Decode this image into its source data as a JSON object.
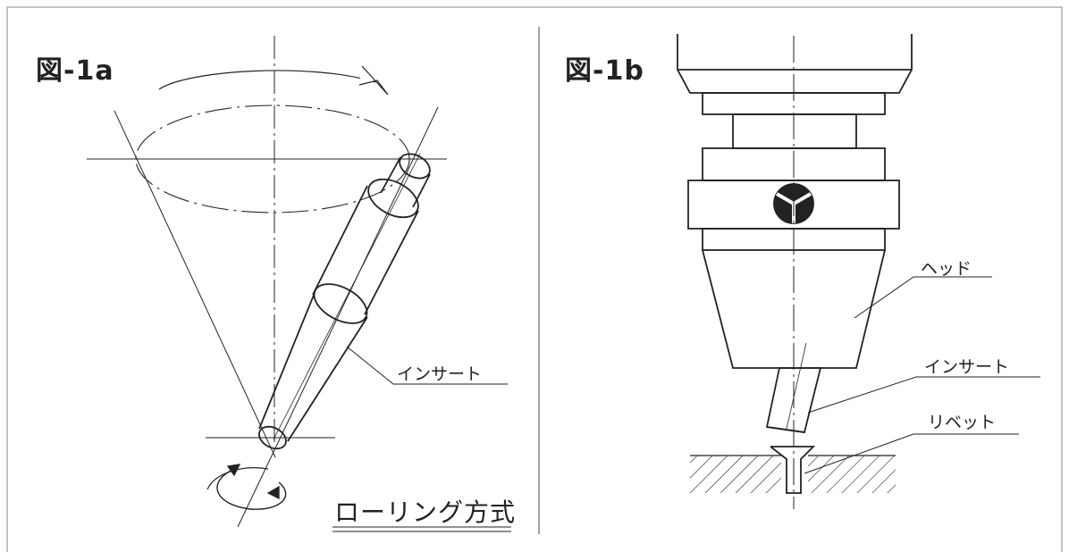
{
  "figure_a": {
    "title": "図-1a",
    "insert_label": "インサート",
    "method_label": "ローリング方式"
  },
  "figure_b": {
    "title": "図-1b",
    "head_label": "ヘッド",
    "insert_label": "インサート",
    "rivet_label": "リベット"
  }
}
